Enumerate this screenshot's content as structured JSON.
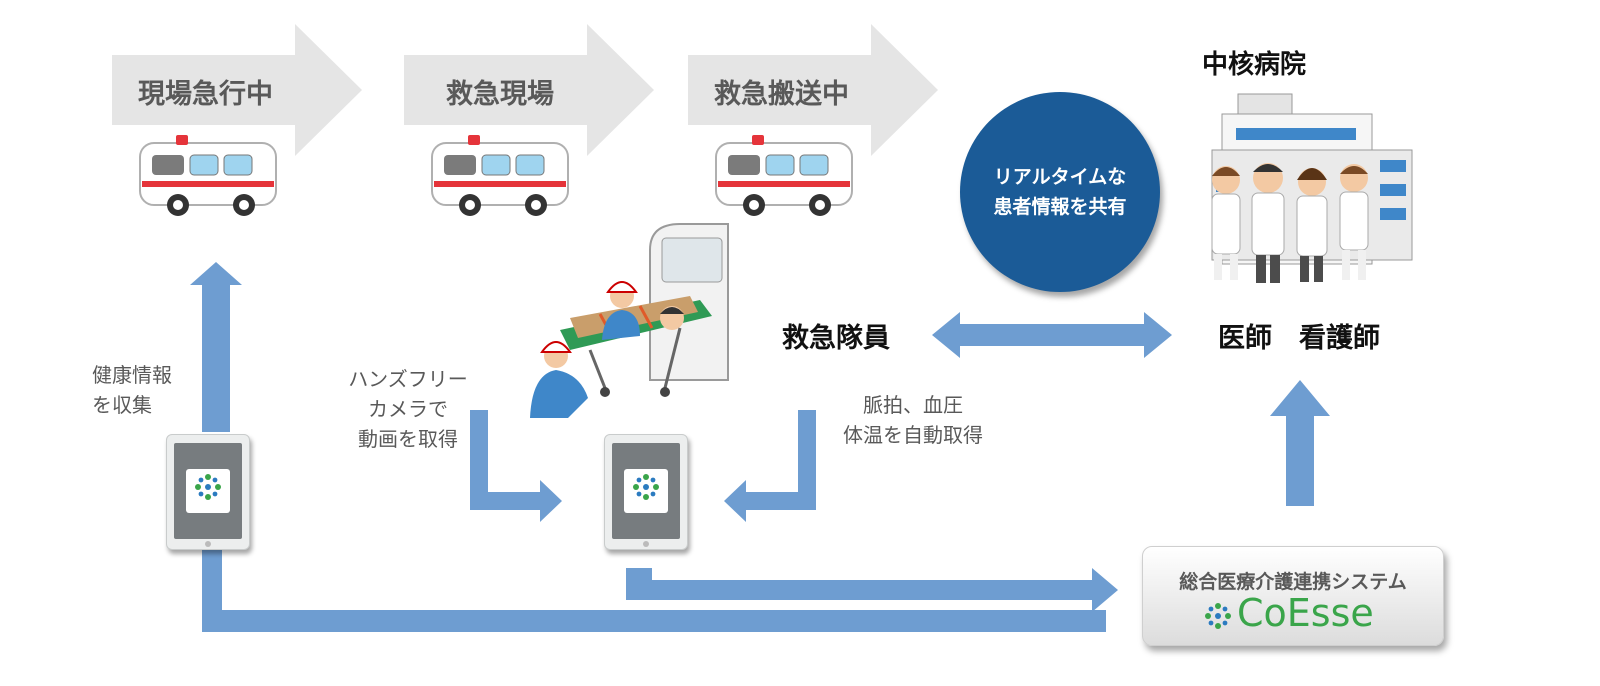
{
  "stages": [
    {
      "label": "現場急行中"
    },
    {
      "label": "救急現場"
    },
    {
      "label": "救急搬送中"
    }
  ],
  "hospital": {
    "title": "中核病院",
    "staff_label": "医師　看護師"
  },
  "circle": {
    "line1": "リアルタイムな",
    "line2": "患者情報を共有"
  },
  "paramedic_label": "救急隊員",
  "notes": {
    "health": {
      "line1": "健康情報",
      "line2": "を収集"
    },
    "camera": {
      "line1": "ハンズフリー",
      "line2": "カメラで",
      "line3": "動画を取得"
    },
    "vitals": {
      "line1": "脈拍、血圧",
      "line2": "体温を自動取得"
    }
  },
  "system": {
    "name": "総合医療介護連携システム",
    "logo_text": "CoEsse"
  },
  "colors": {
    "arrow_blue": "#6e9dd1",
    "stage_arrow_gray": "#e5e5e5",
    "circle_navy": "#1b5b97",
    "logo_green": "#3aa54a"
  }
}
